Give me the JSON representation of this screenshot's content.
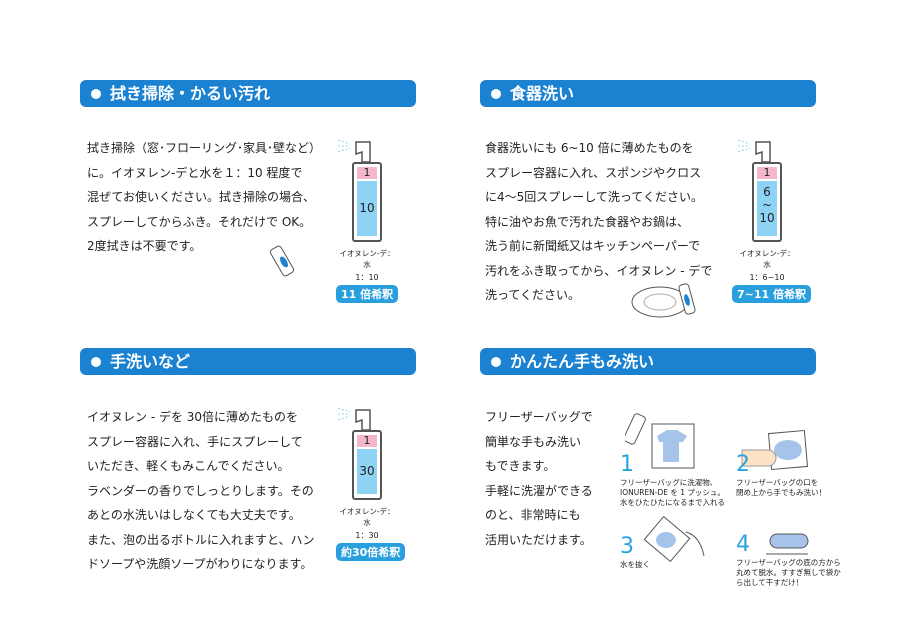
{
  "sections": [
    {
      "title": "拭き掃除・かるい汚れ",
      "lines": [
        "拭き掃除（窓･フローリング･家具･壁など）",
        "に。イオヌレン-デと水を１：10 程度で",
        "混ぜてお使いください。拭き掃除の場合、",
        "スプレーしてからふき。それだけで OK。",
        "2度拭きは不要です。"
      ],
      "bottle": {
        "top": "1",
        "bottom": "10",
        "label": "イオヌレン-デ：水",
        "ratio": "1：10",
        "badge": "11 倍希釈"
      }
    },
    {
      "title": "食器洗い",
      "lines": [
        "食器洗いにも 6~10 倍に薄めたものを",
        "スプレー容器に入れ、スポンジやクロス",
        "に4～5回スプレーして洗ってください。",
        "特に油やお魚で汚れた食器やお鍋は、",
        "洗う前に新聞紙又はキッチンペーパーで",
        "汚れをふき取ってから、イオヌレン - デで",
        "洗ってください。"
      ],
      "bottle": {
        "top": "1",
        "bottom": "6\n~\n10",
        "label": "イオヌレン-デ：水",
        "ratio": "1：6~10",
        "badge": "7~11 倍希釈"
      }
    },
    {
      "title": "手洗いなど",
      "lines": [
        "イオヌレン - デを 30倍に薄めたものを",
        "スプレー容器に入れ、手にスプレーして",
        "いただき、軽くもみこんでください。",
        "ラベンダーの香りでしっとりします。その",
        "あとの水洗いはしなくても大丈夫です。",
        "また、泡の出るボトルに入れますと、ハン",
        "ドソープや洗顔ソープがわりになります。"
      ],
      "bottle": {
        "top": "1",
        "bottom": "30",
        "label": "イオヌレン-デ：水",
        "ratio": "1：30",
        "badge": "約30倍希釈"
      }
    },
    {
      "title": "かんたん手もみ洗い",
      "lines": [
        "フリーザーバッグで",
        "簡単な手もみ洗い",
        "もできます。",
        "手軽に洗濯ができる",
        "のと、非常時にも",
        "活用いただけます。"
      ]
    }
  ],
  "steps": [
    {
      "num": "1",
      "text": "フリーザーバッグに洗濯物、\nIONUREN-DE を 1 プッシュ。\n水をひたひたになるまで入れる"
    },
    {
      "num": "2",
      "text": "フリーザーバッグの口を\n閉め上から手でもみ洗い！"
    },
    {
      "num": "3",
      "text": "水を抜く"
    },
    {
      "num": "4",
      "text": "フリーザーバッグの底の方から\n丸めて脱水。すすぎ無しで袋か\nら出して干すだけ！"
    }
  ]
}
